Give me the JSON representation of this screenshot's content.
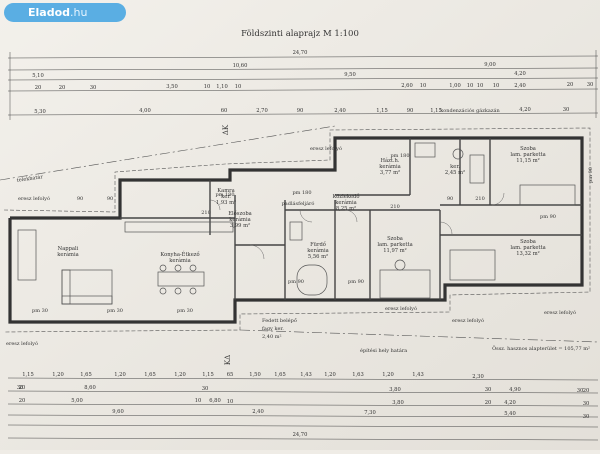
{
  "logo": {
    "brand": "Eladod",
    "tld": ".hu"
  },
  "plan": {
    "title": "Földszinti alaprajz M 1:100",
    "total_top": "24,70",
    "total_bottom": "24,70",
    "area_label": "Össz. hasznos alapterület = 105,77 m²"
  },
  "dims_top": [
    {
      "label": "10,60"
    },
    {
      "label": "9,00"
    },
    {
      "label": "5,10"
    },
    {
      "label": "9,50"
    },
    {
      "label": "4,20"
    },
    {
      "label": "5,30"
    },
    {
      "label": "4,00"
    },
    {
      "label": "60"
    },
    {
      "label": "2,70"
    },
    {
      "label": "90"
    },
    {
      "label": "2,40"
    },
    {
      "label": "1,15"
    },
    {
      "label": "90"
    },
    {
      "label": "1,15"
    },
    {
      "label": "4,20"
    },
    {
      "label": "30"
    },
    {
      "label": "3,50"
    },
    {
      "label": "10"
    },
    {
      "label": "1,10"
    },
    {
      "label": "10"
    },
    {
      "label": "2,60"
    },
    {
      "label": "10"
    },
    {
      "label": "1,00"
    },
    {
      "label": "10"
    },
    {
      "label": "2,40"
    },
    {
      "label": "20"
    },
    {
      "label": "20"
    },
    {
      "label": "30"
    },
    {
      "label": "10"
    },
    {
      "label": "10"
    },
    {
      "label": "20"
    },
    {
      "label": "30"
    }
  ],
  "dims_bottom": [
    {
      "label": "1,15"
    },
    {
      "label": "1,20"
    },
    {
      "label": "1,65"
    },
    {
      "label": "1,20"
    },
    {
      "label": "1,65"
    },
    {
      "label": "1,20"
    },
    {
      "label": "1,15"
    },
    {
      "label": "65"
    },
    {
      "label": "1,50"
    },
    {
      "label": "1,65"
    },
    {
      "label": "1,43"
    },
    {
      "label": "1,20"
    },
    {
      "label": "1,63"
    },
    {
      "label": "1,20"
    },
    {
      "label": "1,43"
    },
    {
      "label": "2,30"
    },
    {
      "label": "30"
    },
    {
      "label": "8,60"
    },
    {
      "label": "30"
    },
    {
      "label": "3,80"
    },
    {
      "label": "30"
    },
    {
      "label": "4,90"
    },
    {
      "label": "30"
    },
    {
      "label": "5,00"
    },
    {
      "label": "10"
    },
    {
      "label": "6,80"
    },
    {
      "label": "10"
    },
    {
      "label": "3,80"
    },
    {
      "label": "20"
    },
    {
      "label": "4,20"
    },
    {
      "label": "30"
    },
    {
      "label": "9,60"
    },
    {
      "label": "2,40"
    },
    {
      "label": "7,30"
    },
    {
      "label": "5,40"
    },
    {
      "label": "20"
    },
    {
      "label": "20"
    },
    {
      "label": "20"
    },
    {
      "label": "30"
    }
  ],
  "rooms": [
    {
      "name": "Nappali",
      "floor": "kerámia"
    },
    {
      "name": "Konyha-Étkező",
      "floor": "kerámia"
    },
    {
      "name": "Kamra",
      "floor": "ker.",
      "area": "1,93 m²"
    },
    {
      "name": "Előszoba",
      "floor": "kerámia",
      "area": "3,99 m²"
    },
    {
      "name": "Fürdő",
      "floor": "kerámia",
      "area": "5,56 m²"
    },
    {
      "name": "Közlekedő",
      "floor": "kerámia",
      "area": "8,25 m²"
    },
    {
      "name": "Szoba",
      "floor": "lam. parketta",
      "area": "11,97 m²"
    },
    {
      "name": "Házt.h.",
      "floor": "kerámia",
      "area": "3,77 m²"
    },
    {
      "name": "ker.",
      "area": "2,45 m²"
    },
    {
      "name": "Szoba",
      "floor": "lam. parketta",
      "area": "11,15 m²"
    },
    {
      "name": "Szoba",
      "floor": "lam. parketta",
      "area": "13,32 m²"
    }
  ],
  "notes": [
    {
      "text": "eresz lefolyó"
    },
    {
      "text": "eresz lefolyó"
    },
    {
      "text": "eresz lefolyó"
    },
    {
      "text": "eresz lefolyó"
    },
    {
      "text": "eresz lefolyó"
    },
    {
      "text": "eresz lefolyó"
    },
    {
      "text": "kondenzációs gázkazán"
    },
    {
      "text": "padlásfeljáró"
    },
    {
      "text": "telekhatár"
    },
    {
      "text": "építési hely határa"
    },
    {
      "text": "Fedett belépő"
    },
    {
      "text": "fagy ker."
    },
    {
      "text": "2,40 m²"
    },
    {
      "text": "pm 180"
    },
    {
      "text": "pm 180"
    },
    {
      "text": "pm 180"
    },
    {
      "text": "pm 90"
    },
    {
      "text": "pm 90"
    },
    {
      "text": "pm 90"
    },
    {
      "text": "pm 90"
    },
    {
      "text": "pm 30"
    },
    {
      "text": "pm 30"
    },
    {
      "text": "pm 30"
    },
    {
      "text": "210"
    },
    {
      "text": "210"
    },
    {
      "text": "210"
    },
    {
      "text": "90"
    },
    {
      "text": "90"
    },
    {
      "text": "90"
    },
    {
      "text": "ΔK"
    },
    {
      "text": "KΔ"
    }
  ]
}
